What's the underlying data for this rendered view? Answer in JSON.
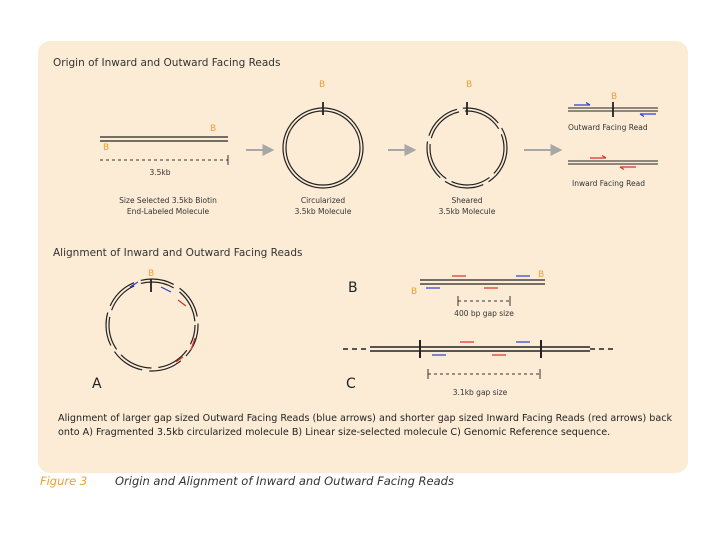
{
  "colors": {
    "panel": "#fcecd6",
    "biotin": "#e8a13a",
    "outward": "#2b3fcf",
    "inward": "#d9302a",
    "arrow_gray": "#a7a7a7"
  },
  "top": {
    "title": "Origin of Inward and Outward Facing Reads",
    "biotin": "B",
    "length": "3.5kb",
    "label_linear_1": "Size Selected 3.5kb Biotin",
    "label_linear_2": "End-Labeled Molecule",
    "label_circ_1": "Circularized",
    "label_circ_2": "3.5kb Molecule",
    "label_shear_1": "Sheared",
    "label_shear_2": "3.5kb Molecule",
    "outward_read": "Outward Facing Read",
    "inward_read": "Inward Facing Read"
  },
  "bottom": {
    "title": "Alignment of Inward and Outward Facing Reads",
    "letter_a": "A",
    "letter_b": "B",
    "letter_c": "C",
    "gap_small": "400 bp gap size",
    "gap_large": "3.1kb gap size"
  },
  "caption": "Alignment of larger gap sized Outward Facing Reads (blue arrows) and shorter gap sized Inward Facing Reads (red arrows) back onto A) Fragmented 3.5kb circularized molecule B) Linear size-selected molecule C) Genomic Reference sequence.",
  "figure": {
    "label": "Figure 3",
    "title": "Origin and Alignment of Inward and Outward Facing Reads"
  }
}
